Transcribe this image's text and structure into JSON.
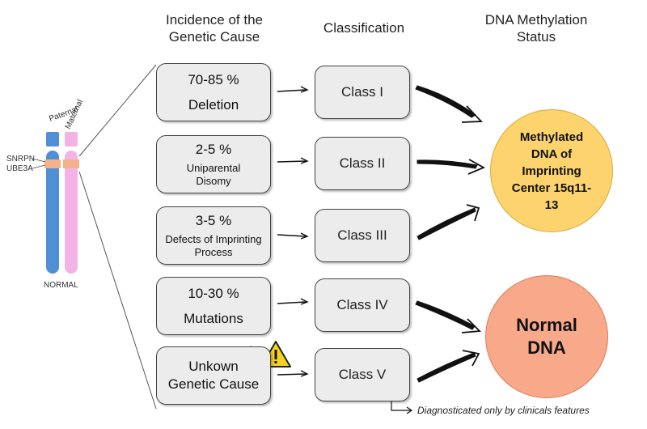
{
  "headers": {
    "incidence": [
      "Incidence of the",
      "Genetic Cause"
    ],
    "classification": "Classification",
    "methylation": [
      "DNA Methylation",
      "Status"
    ]
  },
  "rows": [
    {
      "pct": "70-85 %",
      "cause": "Deletion",
      "class": "Class I"
    },
    {
      "pct": "2-5 %",
      "cause": "Uniparental Disomy",
      "class": "Class II"
    },
    {
      "pct": "3-5 %",
      "cause": "Defects of Imprinting Process",
      "class": "Class III"
    },
    {
      "pct": "10-30 %",
      "cause": "Mutations",
      "class": "Class IV"
    },
    {
      "pct": "",
      "cause": "Unkown Genetic Cause",
      "class": "Class V"
    }
  ],
  "outcomes": {
    "methylated": "Methylated DNA of Imprinting Center 15q11-13",
    "normal": "Normal DNA"
  },
  "chromosomes": {
    "paternal": "Paternal",
    "maternal": "Maternal",
    "genes": [
      "SNRPN",
      "UBE3A"
    ],
    "label": "NORMAL"
  },
  "footnote": "Diagnosticated only by clinicals features",
  "icons": {
    "question": "question-icon",
    "warning": "warning-icon"
  },
  "colors": {
    "paternal": "#4f8fd4",
    "maternal": "#f4b3e6",
    "methylated_fill": "#fdd36e",
    "normal_fill": "#f7a98a",
    "box_fill": "#ececec"
  }
}
